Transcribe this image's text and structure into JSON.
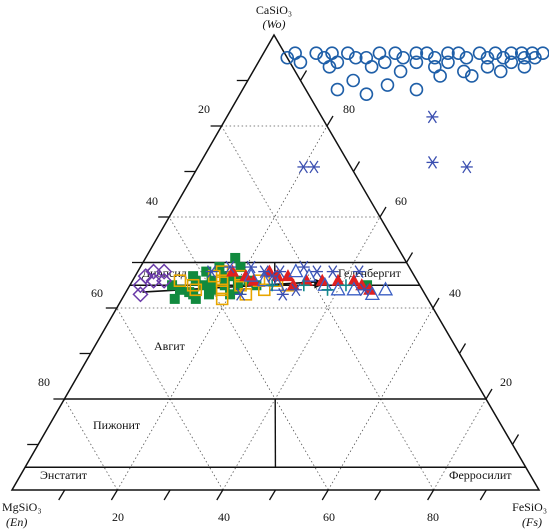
{
  "chart_data": {
    "type": "scatter",
    "subtype": "ternary",
    "vertices": {
      "top": {
        "formula": "CaSiO3",
        "symbol": "Wo"
      },
      "left": {
        "formula": "MgSiO3",
        "symbol": "En"
      },
      "right": {
        "formula": "FeSiO3",
        "symbol": "Fs"
      }
    },
    "tick_values": [
      20,
      40,
      60,
      80
    ],
    "fields": [
      "Диопсид",
      "Геденбергит",
      "Авгит",
      "Пижонит",
      "Энстатит",
      "Ферросилит"
    ],
    "field_boundaries_wo": [
      5,
      20,
      45,
      50
    ],
    "arrow": {
      "from": {
        "wo": 43.5,
        "fs": 2
      },
      "to": {
        "wo": 45.5,
        "fs": 37
      }
    },
    "series": [
      {
        "marker": "square-green",
        "color": "#118a3e",
        "points": [
          [
            8,
            45
          ],
          [
            10,
            44
          ],
          [
            12,
            46
          ],
          [
            14,
            45
          ],
          [
            16,
            44
          ],
          [
            18,
            45
          ],
          [
            20,
            46
          ],
          [
            11,
            47
          ],
          [
            13,
            48
          ],
          [
            15,
            46
          ],
          [
            17,
            47
          ],
          [
            19,
            49
          ],
          [
            10,
            42
          ],
          [
            13,
            43
          ],
          [
            16,
            43
          ],
          [
            12,
            43.5
          ],
          [
            18,
            47
          ],
          [
            20,
            43
          ],
          [
            15,
            49
          ],
          [
            17,
            51
          ],
          [
            14,
            42
          ],
          [
            21,
            44
          ],
          [
            22,
            46
          ],
          [
            24,
            45
          ],
          [
            45,
            45
          ]
        ]
      },
      {
        "marker": "square-yellow",
        "color": "#e8a600",
        "points": [
          [
            9,
            46
          ],
          [
            12,
            45
          ],
          [
            15,
            47
          ],
          [
            18,
            44
          ],
          [
            21,
            45
          ],
          [
            24,
            46
          ],
          [
            26,
            44
          ],
          [
            13,
            44
          ],
          [
            17,
            46
          ],
          [
            20,
            47
          ],
          [
            23,
            43
          ],
          [
            27,
            46
          ],
          [
            30,
            45
          ],
          [
            16,
            48
          ],
          [
            19,
            42
          ]
        ]
      },
      {
        "marker": "triangle-red",
        "color": "#e02020",
        "points": [
          [
            18,
            48
          ],
          [
            21,
            47
          ],
          [
            23,
            46
          ],
          [
            25,
            48
          ],
          [
            27,
            47
          ],
          [
            29,
            47
          ],
          [
            31,
            45
          ],
          [
            33,
            46
          ],
          [
            36,
            46
          ],
          [
            39,
            46
          ],
          [
            42,
            46
          ],
          [
            44,
            45
          ],
          [
            46,
            44
          ]
        ]
      },
      {
        "marker": "triangle-blue",
        "color": "#3b5fc4",
        "points": [
          [
            22,
            47
          ],
          [
            25,
            46
          ],
          [
            28,
            45
          ],
          [
            30,
            48
          ],
          [
            33,
            47
          ],
          [
            37,
            45
          ],
          [
            40,
            44
          ],
          [
            43,
            44
          ],
          [
            47,
            43
          ],
          [
            49,
            44
          ]
        ]
      },
      {
        "marker": "plus-teal",
        "color": "#138a8a",
        "points": [
          [
            27,
            45
          ],
          [
            33,
            45
          ],
          [
            38,
            44
          ],
          [
            41,
            45
          ]
        ]
      },
      {
        "marker": "asterisk-blue",
        "color": "#3b4fb0",
        "points": [
          [
            14,
            48
          ],
          [
            17,
            49
          ],
          [
            21,
            49
          ],
          [
            24,
            48
          ],
          [
            27,
            48
          ],
          [
            31,
            49
          ],
          [
            34,
            48
          ],
          [
            26,
            47
          ],
          [
            32,
            44
          ],
          [
            37,
            48
          ],
          [
            42,
            48
          ],
          [
            45,
            44
          ],
          [
            22,
            43
          ],
          [
            30,
            43
          ],
          [
            20,
            71
          ],
          [
            22,
            71
          ],
          [
            44,
            72
          ],
          [
            51,
            71
          ],
          [
            39,
            82
          ]
        ]
      },
      {
        "marker": "diamond-purple",
        "color": "#6a3aa8",
        "points": [
          [
            3,
            43
          ],
          [
            2,
            45
          ],
          [
            4,
            46
          ],
          [
            2,
            47
          ],
          [
            5,
            48
          ],
          [
            3,
            48
          ],
          [
            6,
            46
          ]
        ]
      },
      {
        "marker": "circle-blue",
        "color": "#1f5fa8",
        "points": [
          [
            5,
            95
          ],
          [
            6,
            96
          ],
          [
            8,
            94
          ],
          [
            10,
            96
          ],
          [
            12,
            95
          ],
          [
            13,
            96
          ],
          [
            15,
            94
          ],
          [
            16,
            96
          ],
          [
            18,
            95
          ],
          [
            20,
            95
          ],
          [
            22,
            96
          ],
          [
            24,
            94
          ],
          [
            25,
            96
          ],
          [
            27,
            95
          ],
          [
            29,
            96
          ],
          [
            30,
            94
          ],
          [
            31,
            96
          ],
          [
            33,
            95
          ],
          [
            35,
            96
          ],
          [
            36,
            94
          ],
          [
            37,
            96
          ],
          [
            39,
            95
          ],
          [
            41,
            96
          ],
          [
            43,
            95
          ],
          [
            44,
            96
          ],
          [
            46,
            95
          ],
          [
            47,
            96
          ],
          [
            48,
            94
          ],
          [
            49,
            96
          ],
          [
            50,
            95
          ],
          [
            51,
            96
          ],
          [
            52,
            95
          ],
          [
            53,
            96
          ],
          [
            14,
            93
          ],
          [
            22,
            93
          ],
          [
            28,
            92
          ],
          [
            34,
            93
          ],
          [
            40,
            92
          ],
          [
            44,
            93
          ],
          [
            20,
            90
          ],
          [
            27,
            89
          ],
          [
            24,
            87
          ],
          [
            33,
            88
          ],
          [
            42,
            91
          ],
          [
            47,
            92
          ],
          [
            51,
            93
          ],
          [
            18,
            88
          ],
          [
            36,
            91
          ]
        ]
      }
    ]
  },
  "labels": {
    "top_formula": "CaSiO₃",
    "top_symbol": "(Wo)",
    "left_formula": "MgSiO₃",
    "left_symbol": "(En)",
    "right_formula": "FeSiO₃",
    "right_symbol": "(Fs)",
    "field_diopside": "Диопсид",
    "field_hedenbergite": "Геденбергит",
    "field_augite": "Авгит",
    "field_pigeonite": "Пижонит",
    "field_enstatite": "Энстатит",
    "field_ferrosilite": "Ферросилит",
    "tick_20": "20",
    "tick_40": "40",
    "tick_60": "60",
    "tick_80": "80"
  }
}
